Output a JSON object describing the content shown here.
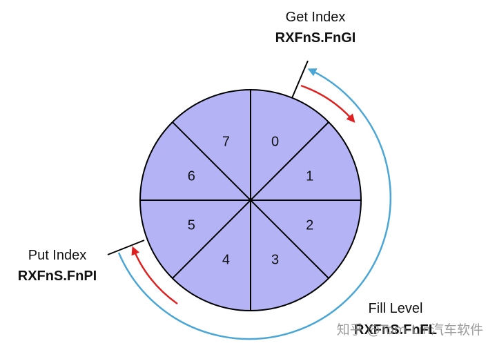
{
  "buffer": {
    "segments": [
      "0",
      "1",
      "2",
      "3",
      "4",
      "5",
      "6",
      "7"
    ],
    "fill_color": "#b3b3f6",
    "line_color": "#000000"
  },
  "get_index": {
    "title": "Get Index",
    "register": "RXFnS.FnGI"
  },
  "put_index": {
    "title": "Put Index",
    "register": "RXFnS.FnPI"
  },
  "fill_level": {
    "title": "Fill Level",
    "register": "RXFnS.FnFL"
  },
  "arrows": {
    "direction_color": "#e02020",
    "fill_level_color": "#4aa6d6"
  },
  "watermark": {
    "text": "知乎 @Tom-Lin汽车软件"
  }
}
